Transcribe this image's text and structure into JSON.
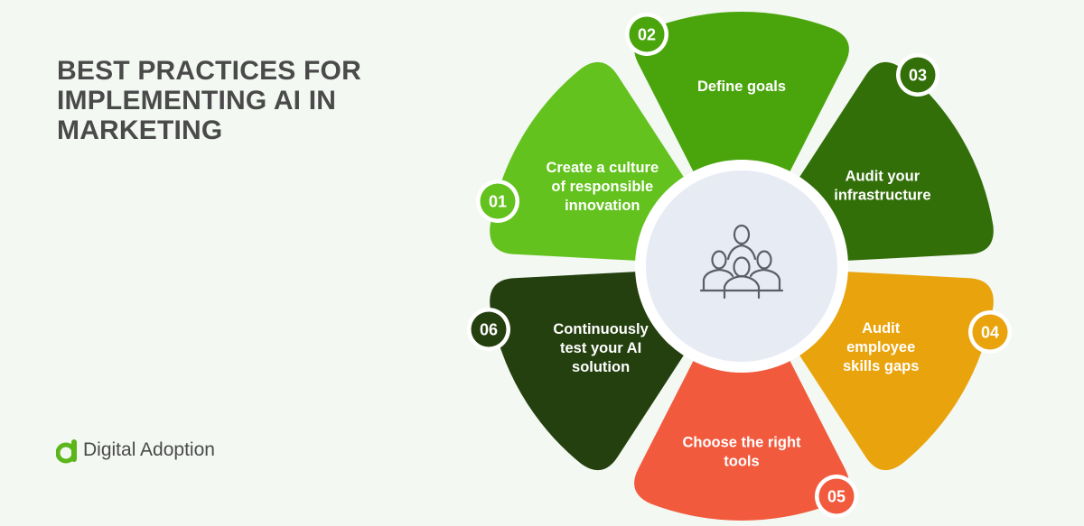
{
  "title": "BEST PRACTICES FOR IMPLEMENTING AI IN MARKETING",
  "brand": {
    "name": "Digital Adoption",
    "accent": "#5bb619",
    "text_color": "#4a4a4a"
  },
  "center_icon": "team-people-icon",
  "steps": [
    {
      "number": "01",
      "lines": [
        "Create a culture",
        "of responsible",
        "innovation"
      ],
      "color": "#63c21e"
    },
    {
      "number": "02",
      "lines": [
        "Define goals"
      ],
      "color": "#4aa50d"
    },
    {
      "number": "03",
      "lines": [
        "Audit your",
        "infrastructure"
      ],
      "color": "#336f09"
    },
    {
      "number": "04",
      "lines": [
        "Audit",
        "employee",
        "skills gaps"
      ],
      "color": "#e9a30c"
    },
    {
      "number": "05",
      "lines": [
        "Choose the right",
        "tools"
      ],
      "color": "#f25a3e"
    },
    {
      "number": "06",
      "lines": [
        "Continuously",
        "test your AI",
        "solution"
      ],
      "color": "#25400f"
    }
  ]
}
